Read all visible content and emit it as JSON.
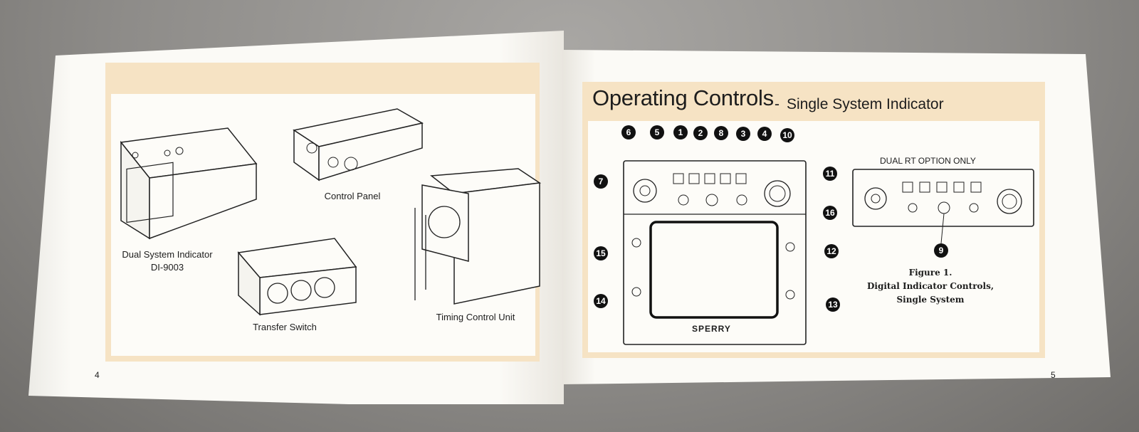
{
  "left_page": {
    "page_number": "4",
    "captions": {
      "dual_indicator": "Dual System Indicator",
      "dual_indicator_model": "DI-9003",
      "control_panel": "Control Panel",
      "transfer_switch": "Transfer Switch",
      "timing_control_unit": "Timing Control Unit"
    }
  },
  "right_page": {
    "page_number": "5",
    "title": "Operating Controls",
    "title_dash": "-",
    "subtitle": "Single System Indicator",
    "dual_rt_label": "DUAL RT OPTION ONLY",
    "figure_caption": [
      "Figure 1.",
      "Digital Indicator Controls,",
      "Single System"
    ],
    "brand": "SPERRY",
    "callouts": [
      "6",
      "5",
      "1",
      "2",
      "8",
      "3",
      "4",
      "10",
      "7",
      "11",
      "16",
      "15",
      "12",
      "14",
      "13",
      "9"
    ]
  },
  "colors": {
    "band": "#f6e3c4",
    "page": "#fbfaf6",
    "ink": "#1d1d1d"
  }
}
